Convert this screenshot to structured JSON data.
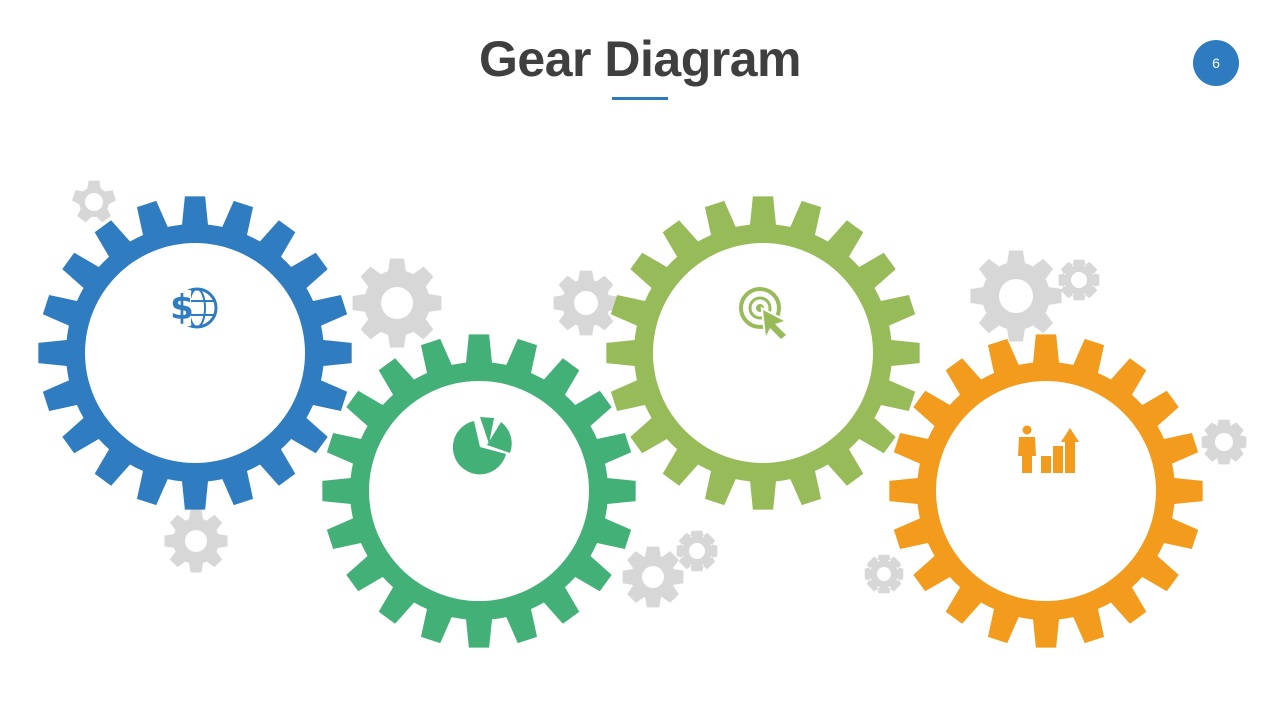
{
  "slide": {
    "title": "Gear Diagram",
    "page_number": "6"
  },
  "colors": {
    "title_text": "#3f3f3f",
    "accent": "#2e7cbf",
    "gear_blue": "#2f7cc0",
    "gear_green": "#43b177",
    "gear_olive": "#98bb59",
    "gear_orange": "#f29b1c",
    "small_gear": "#d7d7d7"
  },
  "gears": [
    {
      "name": "gear-blue",
      "color_key": "gear_blue",
      "icon": "dollar-globe-icon"
    },
    {
      "name": "gear-green",
      "color_key": "gear_green",
      "icon": "pie-chart-icon"
    },
    {
      "name": "gear-olive",
      "color_key": "gear_olive",
      "icon": "target-cursor-icon"
    },
    {
      "name": "gear-orange",
      "color_key": "gear_orange",
      "icon": "business-growth-icon"
    }
  ]
}
